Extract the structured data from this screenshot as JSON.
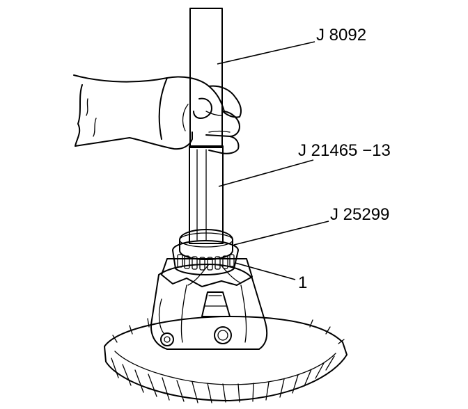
{
  "callouts": {
    "extension_handle": "J 8092",
    "driver_shaft": "J 21465 −13",
    "bearing_installer": "J 25299",
    "bearing": "1"
  },
  "colors": {
    "ink": "#000000",
    "paper": "#ffffff",
    "screen_tone": "#b8b8b8"
  }
}
